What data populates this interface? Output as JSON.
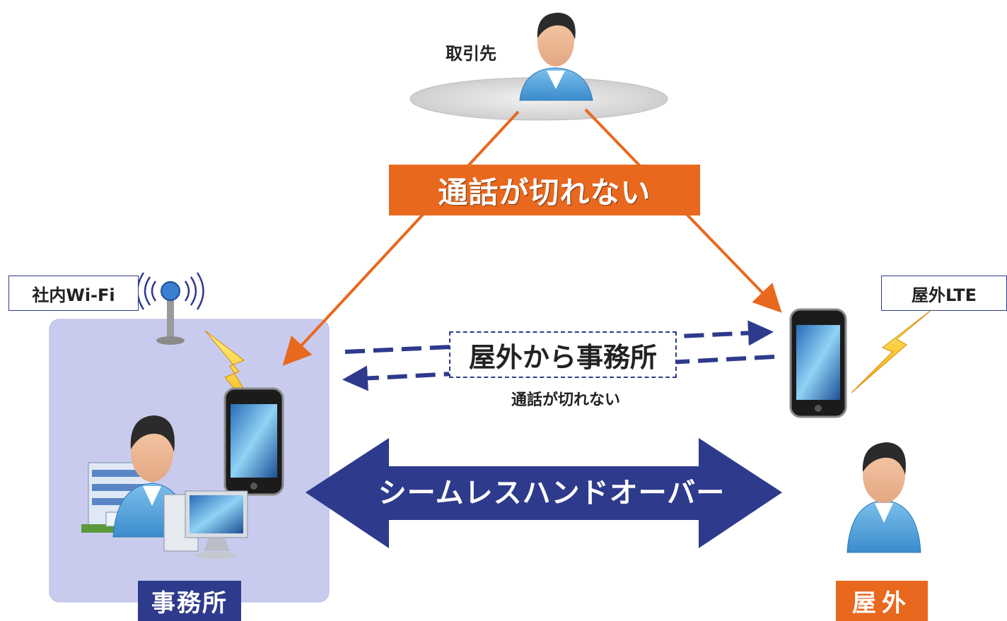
{
  "partner": {
    "label": "取引先"
  },
  "banner": {
    "text": "通話が切れない"
  },
  "office_wifi": {
    "label": "社内Wi-Fi"
  },
  "outdoor_lte": {
    "label": "屋外LTE"
  },
  "transfer": {
    "main": "屋外から事務所",
    "sub": "通話が切れない"
  },
  "handover": {
    "text": "シームレスハンドオーバー"
  },
  "tags": {
    "office": "事務所",
    "outdoor": "屋外"
  },
  "colors": {
    "orange": "#e8681e",
    "navy": "#2e3a8c",
    "office_bg": "#c9cbee"
  }
}
